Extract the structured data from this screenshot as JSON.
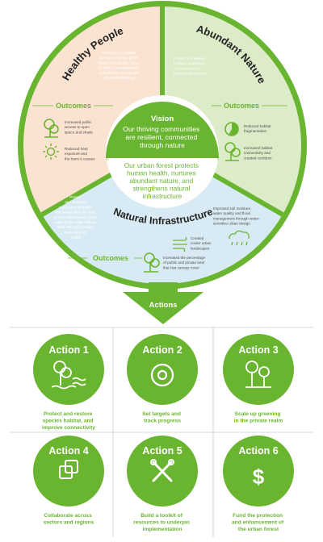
{
  "colors": {
    "green": "#6ab52f",
    "peach": "#fbe3d2",
    "light_green": "#dcebc8",
    "light_blue": "#d8ebf5",
    "grey_line": "#cccccc"
  },
  "wheel": {
    "healthy_people": {
      "title": "Healthy People",
      "goal": [
        "Protect and increase",
        "access to nature, green",
        "space and canopy cover,",
        "to reduce heat exposure,",
        "and improve mental and",
        "physical wellbeing"
      ],
      "outcomes_label": "Outcomes",
      "outcome_1": [
        "Increased public",
        "access to open",
        "space and shade"
      ],
      "outcome_2": [
        "Reduced heat",
        "exposure and",
        "the harm it causes"
      ]
    },
    "abundant_nature": {
      "title": "Abundant Nature",
      "goal": [
        "Protect and extend",
        "habitat connectivity",
        "and corridors to",
        "enhance biodiversity"
      ],
      "outcomes_label": "Outcomes",
      "outcome_1": [
        "Reduced habitat",
        "fragmentation"
      ],
      "outcome_2": [
        "Increased habitat",
        "connectivity and",
        "created corridors"
      ]
    },
    "natural_infrastructure": {
      "title": "Natural Infrastructure",
      "goal": [
        "Protect",
        "and increase",
        "vegetation on public",
        "and private land, in order",
        "to cool urban areas, retain",
        "water in the soils, reduce",
        "flood risk and increase",
        "water and air",
        "quality"
      ],
      "outcomes_label": "Outcomes",
      "outcome_1": [
        "Improved soil moisture,",
        "water quality and flood",
        "management through water-",
        "sensitive urban design"
      ],
      "outcome_2": [
        "Created",
        "cooler urban",
        "landscapes"
      ],
      "outcome_3": [
        "Increased the percentage",
        "of public and private land",
        "that has canopy cover"
      ]
    },
    "vision": {
      "title": "Vision",
      "text": [
        "Our thriving communities",
        "are resilient, connected",
        "through nature"
      ]
    },
    "mission": {
      "text": [
        "Our urban forest protects",
        "human health, nurtures",
        "abundant nature, and",
        "strengthens natural",
        "infrastructure"
      ]
    }
  },
  "actions_label": "Actions",
  "actions": [
    {
      "title": "Action 1",
      "text": [
        "Protect and restore",
        "species habitat, and",
        "improve connectivity"
      ],
      "icon": "trees-water-icon"
    },
    {
      "title": "Action 2",
      "text": [
        "Set targets and",
        "track progress"
      ],
      "icon": "target-icon"
    },
    {
      "title": "Action 3",
      "text": [
        "Scale up greening",
        "in the private realm"
      ],
      "icon": "trees-icon"
    },
    {
      "title": "Action 4",
      "text": [
        "Collaborate across",
        "sectors and regions"
      ],
      "icon": "overlap-squares-icon"
    },
    {
      "title": "Action 5",
      "text": [
        "Build a toolkit of",
        "resources to underpin",
        "implementation"
      ],
      "icon": "tools-icon"
    },
    {
      "title": "Action 6",
      "text": [
        "Fund the protection",
        "and enhancement of",
        "the urban forest"
      ],
      "icon": "dollar-icon"
    }
  ]
}
